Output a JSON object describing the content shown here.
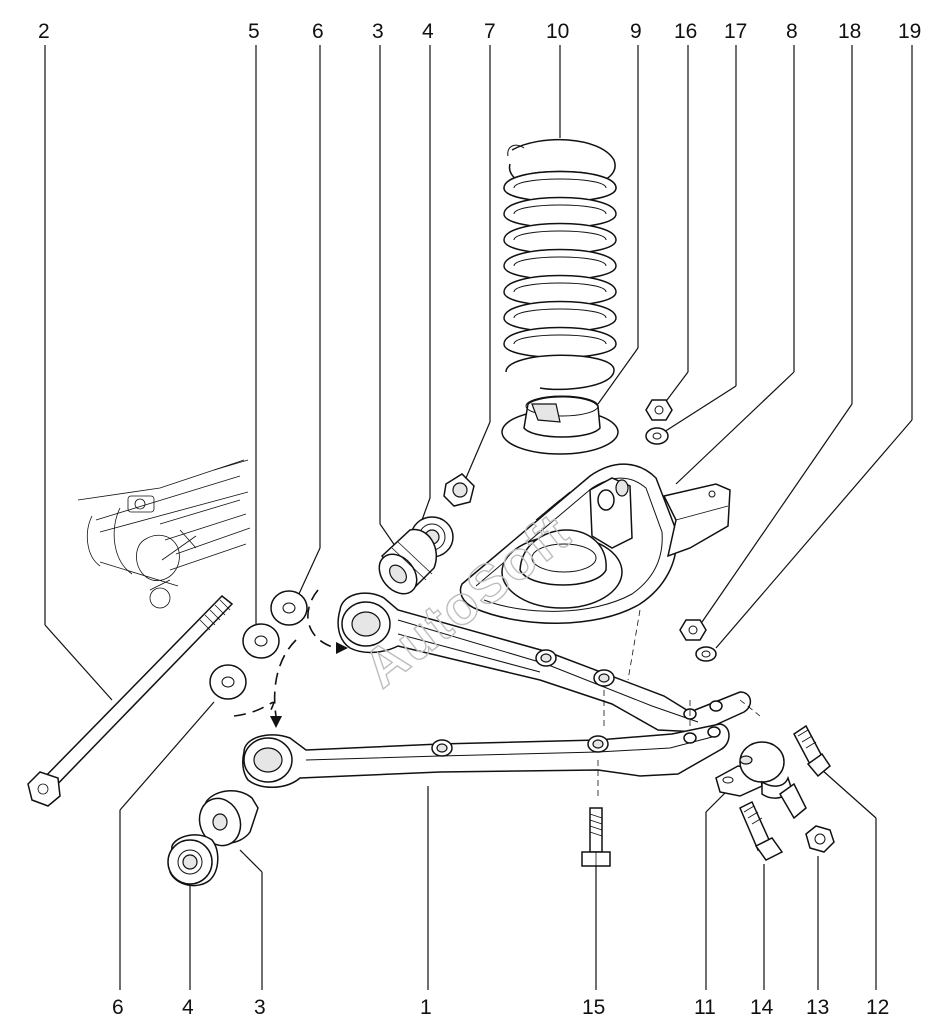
{
  "watermark": "AutoSoft",
  "callouts": {
    "top": [
      "2",
      "5",
      "6",
      "3",
      "4",
      "7",
      "10",
      "9",
      "16",
      "17",
      "8",
      "18",
      "19"
    ],
    "bottom": [
      "6",
      "4",
      "3",
      "1",
      "15",
      "11",
      "14",
      "13",
      "12"
    ]
  }
}
